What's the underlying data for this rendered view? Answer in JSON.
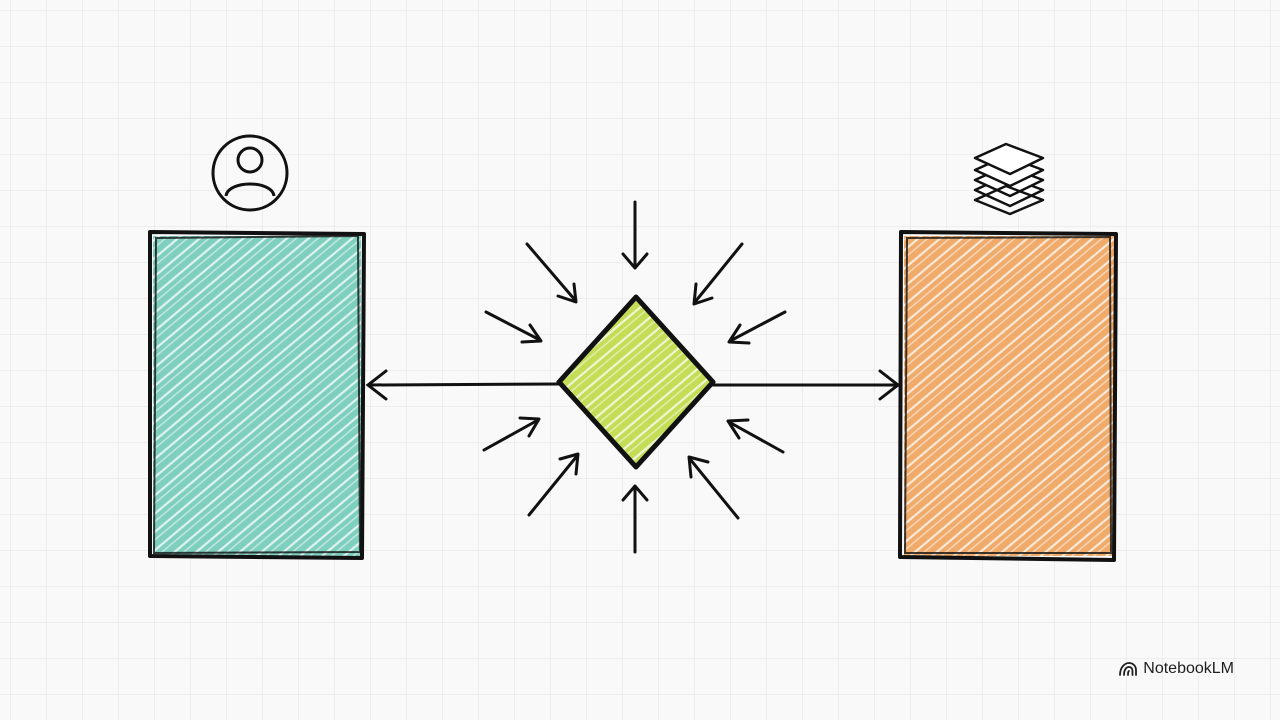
{
  "diagram": {
    "left_node": {
      "icon": "user-icon",
      "fill_color": "#7fcfbf"
    },
    "center_node": {
      "shape": "diamond",
      "fill_color": "#c3dd57"
    },
    "right_node": {
      "icon": "layers-icon",
      "fill_color": "#f0aa6a"
    },
    "connections": [
      {
        "from": "center_node",
        "to": "left_node",
        "direction": "arrow-to-left"
      },
      {
        "from": "center_node",
        "to": "right_node",
        "direction": "arrow-to-right"
      }
    ],
    "converging_arrow_count": 10,
    "stroke_color": "#111111"
  },
  "brand": {
    "logo_icon": "notebooklm-logo-icon",
    "name": "NotebookLM"
  }
}
